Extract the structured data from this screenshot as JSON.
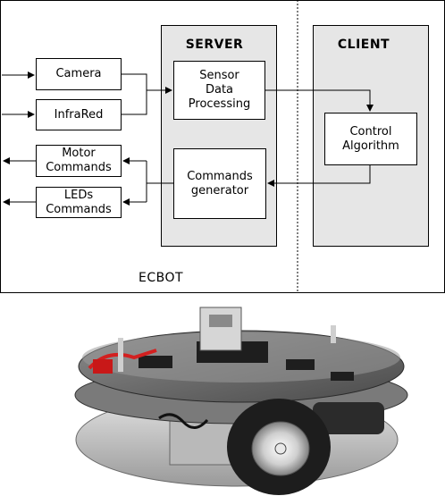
{
  "diagram": {
    "server_title": "SERVER",
    "client_title": "CLIENT",
    "footer_label": "ECBOT",
    "inputs": [
      "Camera",
      "InfraRed"
    ],
    "outputs": [
      "Motor\nCommands",
      "LEDs\nCommands"
    ],
    "server_blocks": [
      "Sensor\nData\nProcessing",
      "Commands\ngenerator"
    ],
    "client_block": "Control\nAlgorithm"
  },
  "photo": {
    "usb_label": ""
  }
}
